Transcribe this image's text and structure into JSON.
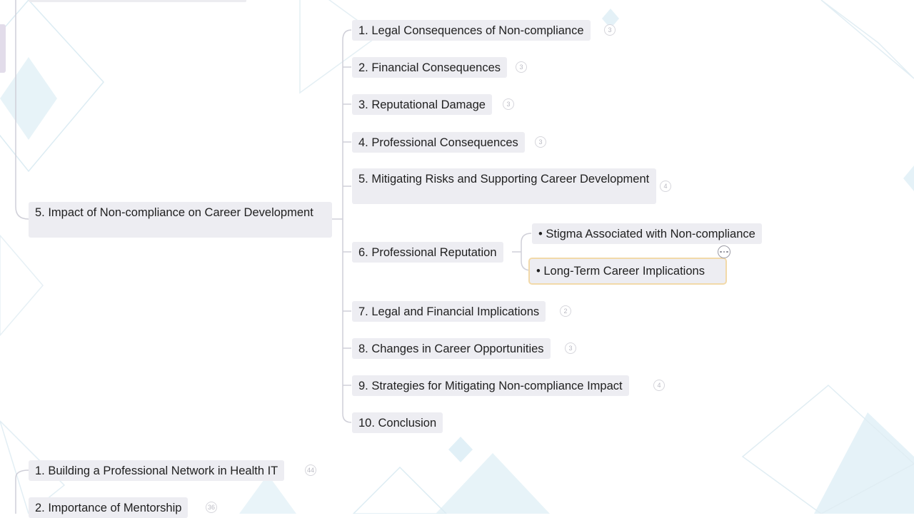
{
  "mindmap": {
    "branch_node": {
      "label": "5. Impact of Non-compliance on Career Development"
    },
    "children": [
      {
        "label": "1. Legal Consequences of Non-compliance",
        "count": "3"
      },
      {
        "label": "2. Financial Consequences",
        "count": "3"
      },
      {
        "label": "3. Reputational Damage",
        "count": "3"
      },
      {
        "label": "4. Professional Consequences",
        "count": "3"
      },
      {
        "label": "5. Mitigating Risks and Supporting Career Development",
        "count": "4"
      },
      {
        "label": "6. Professional Reputation",
        "count": ""
      },
      {
        "label": "7. Legal and Financial Implications",
        "count": "2"
      },
      {
        "label": "8. Changes in Career Opportunities",
        "count": "3"
      },
      {
        "label": "9. Strategies for Mitigating Non-compliance Impact",
        "count": "4"
      },
      {
        "label": "10. Conclusion",
        "count": ""
      }
    ],
    "subchildren": [
      {
        "label": "• Stigma Associated with Non-compliance"
      },
      {
        "label": "• Long-Term Career Implications"
      }
    ],
    "bottom_nodes": [
      {
        "label": "1. Building a Professional Network in Health IT",
        "count": "44"
      },
      {
        "label": "2. Importance of Mentorship",
        "count": "36"
      }
    ]
  },
  "colors": {
    "node_bg": "#ededf2",
    "connector": "#cfcfd8",
    "selection_outline": "#f2d9a9",
    "background_accent": "#d4e9f3"
  },
  "icons": {
    "more": "more-options-icon"
  }
}
